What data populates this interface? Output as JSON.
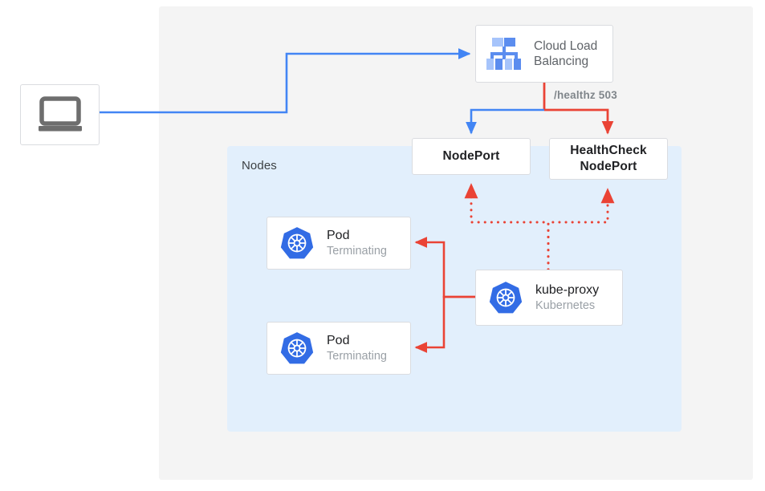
{
  "diagram": {
    "outer_region": {
      "name": "outer-cluster-region",
      "fill": "#f4f4f4"
    },
    "nodes_region": {
      "label": "Nodes",
      "fill": "#e2effc"
    },
    "colors": {
      "traffic_blue": "#4285f4",
      "health_red": "#ea4335",
      "k8s_blue": "#326ce5",
      "box_border": "#dadce0",
      "text_dark": "#202124",
      "text_grey": "#5f6368",
      "text_muted": "#9aa0a6"
    }
  },
  "nodes": {
    "client": {
      "icon": "laptop-icon",
      "title": "",
      "subtitle": ""
    },
    "cloud_load_balancing": {
      "icon": "cloud-load-balancing-icon",
      "title_line1": "Cloud Load",
      "title_line2": "Balancing"
    },
    "nodeport": {
      "title": "NodePort"
    },
    "healthcheck_nodeport": {
      "title_line1": "HealthCheck",
      "title_line2": "NodePort"
    },
    "pod1": {
      "icon": "kubernetes-icon",
      "title": "Pod",
      "subtitle": "Terminating"
    },
    "pod2": {
      "icon": "kubernetes-icon",
      "title": "Pod",
      "subtitle": "Terminating"
    },
    "kube_proxy": {
      "icon": "kubernetes-icon",
      "title": "kube-proxy",
      "subtitle": "Kubernetes"
    }
  },
  "edges": {
    "healthz": {
      "label": "/healthz 503",
      "color": "#ea4335",
      "style": "solid"
    },
    "client_to_lb": {
      "color": "#4285f4",
      "style": "solid"
    },
    "lb_to_nodeport": {
      "color": "#4285f4",
      "style": "solid"
    },
    "lb_to_healthcheck": {
      "color": "#ea4335",
      "style": "solid"
    },
    "kubeproxy_to_nodeports": {
      "color": "#ea4335",
      "style": "dotted"
    },
    "kubeproxy_to_pods": {
      "color": "#ea4335",
      "style": "solid"
    }
  }
}
